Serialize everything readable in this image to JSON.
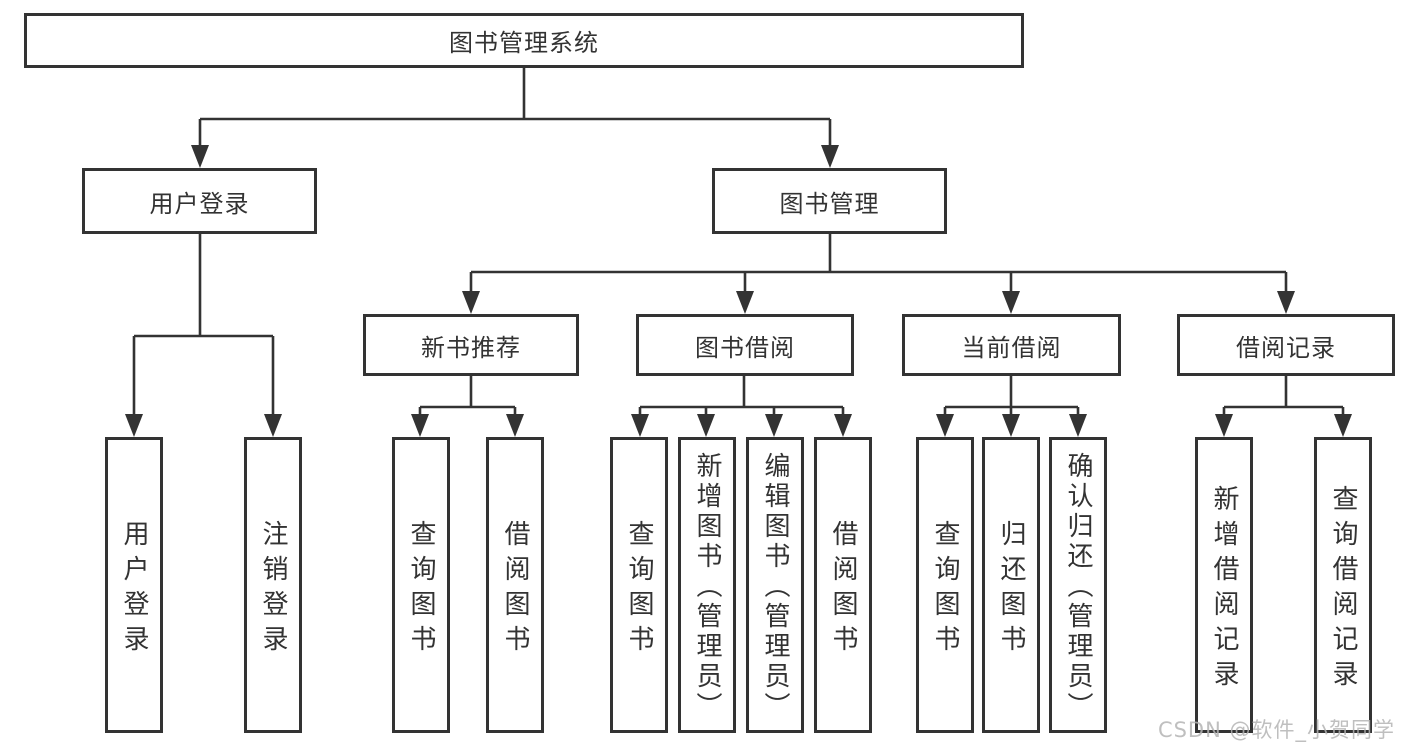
{
  "tree": {
    "label": "图书管理系统",
    "children": [
      {
        "label": "用户登录",
        "children": [
          {
            "label": "用户登录"
          },
          {
            "label": "注销登录"
          }
        ]
      },
      {
        "label": "图书管理",
        "children": [
          {
            "label": "新书推荐",
            "children": [
              {
                "label": "查询图书"
              },
              {
                "label": "借阅图书"
              }
            ]
          },
          {
            "label": "图书借阅",
            "children": [
              {
                "label": "查询图书"
              },
              {
                "label": "新增图书（管理员）"
              },
              {
                "label": "编辑图书（管理员）"
              },
              {
                "label": "借阅图书"
              }
            ]
          },
          {
            "label": "当前借阅",
            "children": [
              {
                "label": "查询图书"
              },
              {
                "label": "归还图书"
              },
              {
                "label": "确认归还（管理员）"
              }
            ]
          },
          {
            "label": "借阅记录",
            "children": [
              {
                "label": "新增借阅记录"
              },
              {
                "label": "查询借阅记录"
              }
            ]
          }
        ]
      }
    ]
  },
  "watermark": "CSDN @软件_小贺同学",
  "colors": {
    "line": "#333333",
    "text": "#333333",
    "watermark": "#b5b5b5",
    "background": "#ffffff"
  }
}
